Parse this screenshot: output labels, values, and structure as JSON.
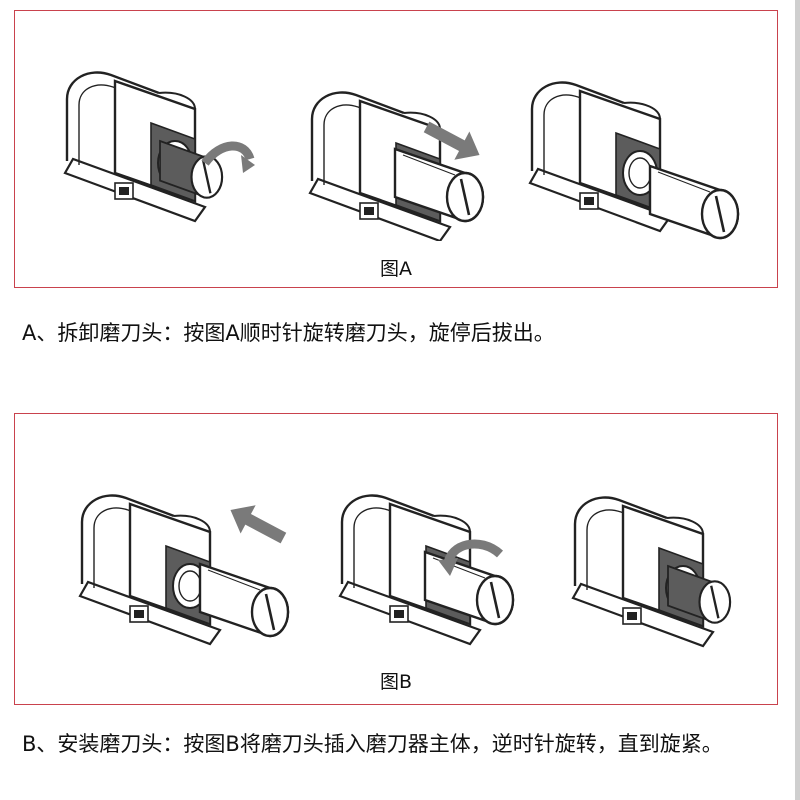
{
  "figure_a": {
    "caption": "图A"
  },
  "figure_b": {
    "caption": "图B"
  },
  "instruction_a": "A、拆卸磨刀头：按图A顺时针旋转磨刀头，旋停后拔出。",
  "instruction_b": "B、安装磨刀头：按图B将磨刀头插入磨刀器主体，逆时针旋转，直到旋紧。",
  "colors": {
    "frame": "#c9424d",
    "arrow": "#7a7a7a",
    "line": "#222222"
  }
}
